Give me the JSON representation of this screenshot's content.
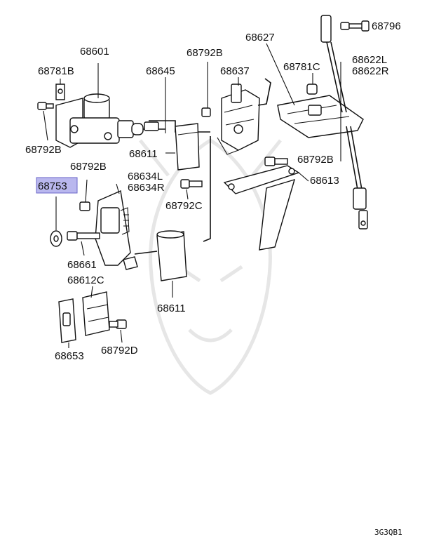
{
  "labels": {
    "p68601": "68601",
    "p68781B": "68781B",
    "p68792B_left": "68792B",
    "p68753": "68753",
    "p68792B_mid": "68792B",
    "p68661": "68661",
    "p68634L": "68634L",
    "p68634R": "68634R",
    "p68792C_left": "68792C",
    "p68645": "68645",
    "p68611_upper": "68611",
    "p68792B_top": "68792B",
    "p68637": "68637",
    "p68627": "68627",
    "p68781C": "68781C",
    "p68796": "68796",
    "p68622L": "68622L",
    "p68622R": "68622R",
    "p68792B_right": "68792B",
    "p68613": "68613",
    "p68611_lower": "68611",
    "p68612C": "68612C",
    "p68653": "68653",
    "p68792D": "68792D"
  },
  "highlighted_part": "68753",
  "diagram_code": "3G3QB1",
  "colors": {
    "highlight_fill": "#b9b7ee",
    "highlight_border": "#6a66c8",
    "line": "#111111"
  }
}
